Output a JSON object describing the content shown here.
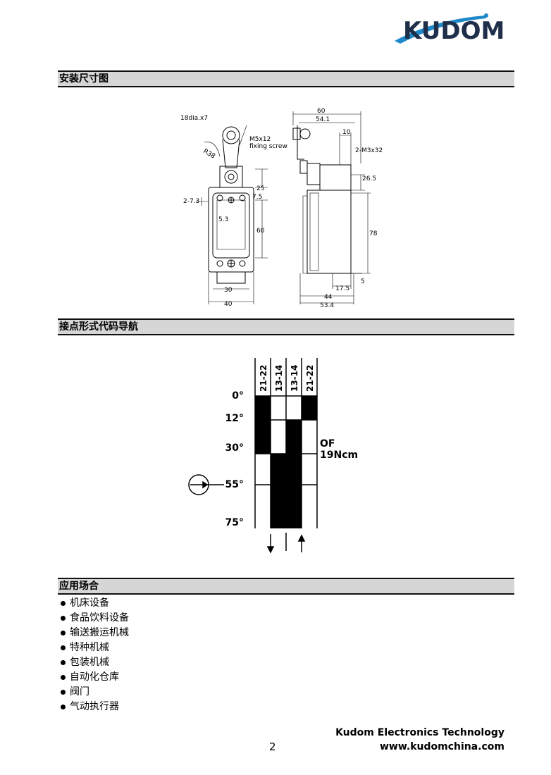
{
  "brand": {
    "logo_text": "KUDOM"
  },
  "sections": {
    "dimensions_title": "安装尺寸图",
    "contact_title": "接点形式代码导航",
    "applications_title": "应用场合"
  },
  "drawing": {
    "labels": {
      "roller": "18dia.x7",
      "screw1": "M5x12",
      "screw2": "fixing screw",
      "radius": "R38",
      "d60": "60",
      "d54_1": "54.1",
      "d10": "10",
      "m3": "2-M3x32",
      "d26_5": "26.5",
      "d25": "25",
      "d7_5": "7.5",
      "d2_7_3": "2-7.3",
      "d5_3": "5.3",
      "d60b": "60",
      "d78": "78",
      "d5": "5",
      "d17_5": "17.5",
      "d30": "30",
      "d40": "40",
      "d44": "44",
      "d53_4": "53.4"
    }
  },
  "contact": {
    "columns": [
      "21-22",
      "13-14",
      "13-14",
      "21-22"
    ],
    "angles": [
      "0°",
      "12°",
      "30°",
      "55°",
      "75°"
    ],
    "force_label_1": "OF",
    "force_label_2": "19Ncm"
  },
  "applications": [
    "机床设备",
    "食品饮料设备",
    "输送搬运机械",
    "特种机械",
    "包装机械",
    "自动化仓库",
    "阀门",
    "气动执行器"
  ],
  "footer": {
    "company": "Kudom Electronics Technology",
    "url": "www.kudomchina.com",
    "page_number": "2"
  },
  "colors": {
    "logo": "#1f2f4a",
    "swoosh": "#1e88c8",
    "bar": "#d6d6d6"
  }
}
